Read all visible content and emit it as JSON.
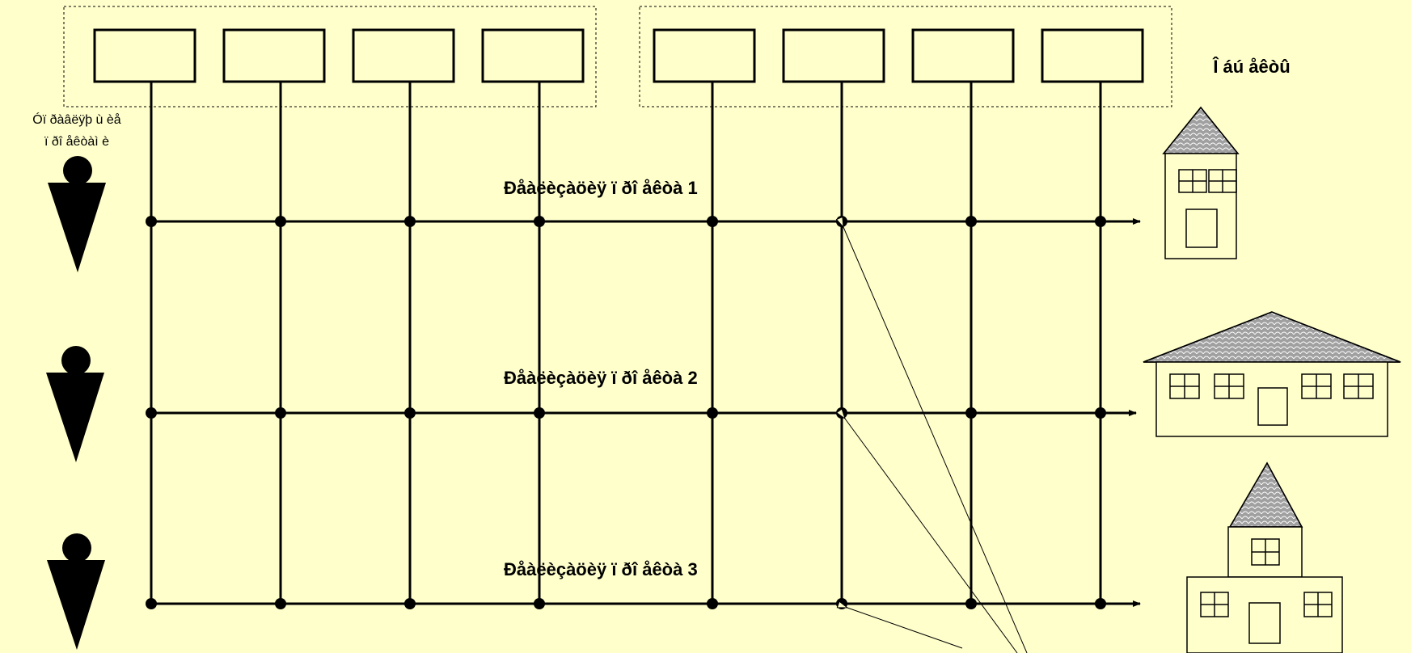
{
  "diagram": {
    "background": "#FFFFCC",
    "line_color": "#000000",
    "roof_color": "#9A9A9A",
    "left_caption": [
      "Óï ðàâëÿþ ù èå",
      "ï ðî åêòàì è"
    ],
    "right_caption": "Î áú åêòû",
    "rows": [
      {
        "label": "Ðåàëèçàöèÿ ï ðî åêòà 1",
        "person_icon": "person-icon",
        "building_icon": "house-icon"
      },
      {
        "label": "Ðåàëèçàöèÿ ï ðî åêòà 2",
        "person_icon": "person-icon",
        "building_icon": "wide-building-icon"
      },
      {
        "label": "Ðåàëèçàöèÿ ï ðî åêòà 3",
        "person_icon": "person-icon",
        "building_icon": "tower-building-icon"
      }
    ],
    "column_groups": [
      {
        "boxes": [
          "",
          "",
          "",
          ""
        ]
      },
      {
        "boxes": [
          "",
          "",
          "",
          ""
        ]
      }
    ]
  }
}
